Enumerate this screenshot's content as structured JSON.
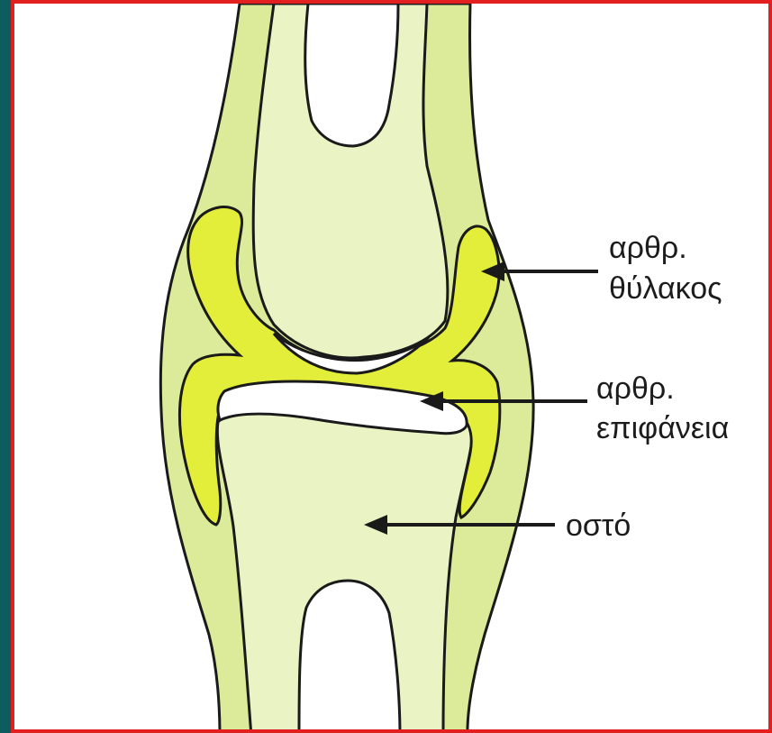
{
  "labels": {
    "capsule_line1": "αρθρ.",
    "capsule_line2": "θύλακος",
    "surface_line1": "αρθρ.",
    "surface_line2": "επιφάνεια",
    "bone": "οστό"
  },
  "colors": {
    "frame_border": "#e41f1f",
    "side_band": "#0d5c5e",
    "bone_fill": "#e9f3c3",
    "soft_tissue": "#dbeb9a",
    "capsule": "#e2ee3a",
    "cartilage": "#ffffff",
    "outline": "#1a1a1a"
  }
}
